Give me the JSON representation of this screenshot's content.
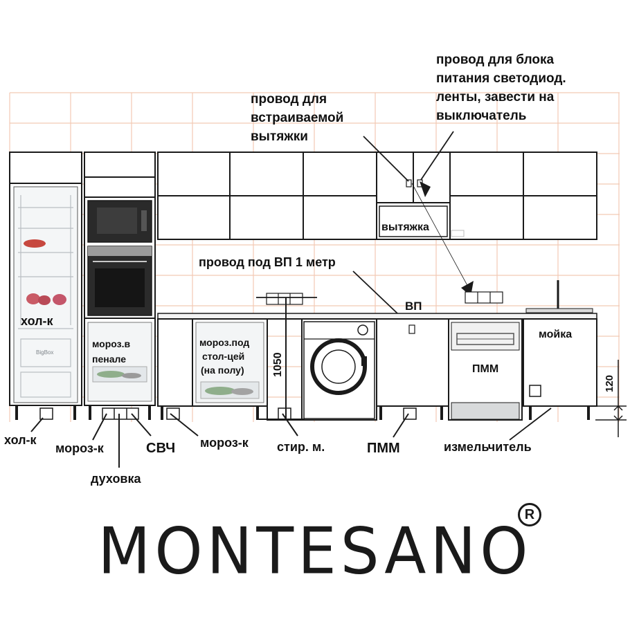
{
  "labels": {
    "hood_wire": [
      "провод для",
      "встраиваемой",
      "вытяжки"
    ],
    "led_wire": [
      "провод для блока",
      "питания светодиод.",
      "ленты, завести на",
      "выключатель"
    ],
    "hood": "вытяжка",
    "hob_wire": "провод под ВП 1 метр",
    "hob": "ВП",
    "fridge": "хол-к",
    "freezer_column": [
      "мороз.в",
      "пенале"
    ],
    "freezer_under": [
      "мороз.под",
      "стол-цей",
      "(на полу)"
    ],
    "dim_1050": "1050",
    "dishwasher": "ПММ",
    "sink": "мойка",
    "dim_120": "120"
  },
  "bottom_labels": {
    "fridge": "хол-к",
    "freezer": "мороз-к",
    "microwave": "СВЧ",
    "oven": "духовка",
    "freezer2": "мороз-к",
    "washer": "стир. м.",
    "dishwasher": "ПММ",
    "shredder": "измельчитель"
  },
  "fridge_box": "BigBox",
  "brand": {
    "name": "MONTESANO",
    "reg": "R"
  },
  "colors": {
    "grid": "#f2c9b4",
    "line": "#1a1a1a",
    "appliance_dark": "#222222"
  }
}
